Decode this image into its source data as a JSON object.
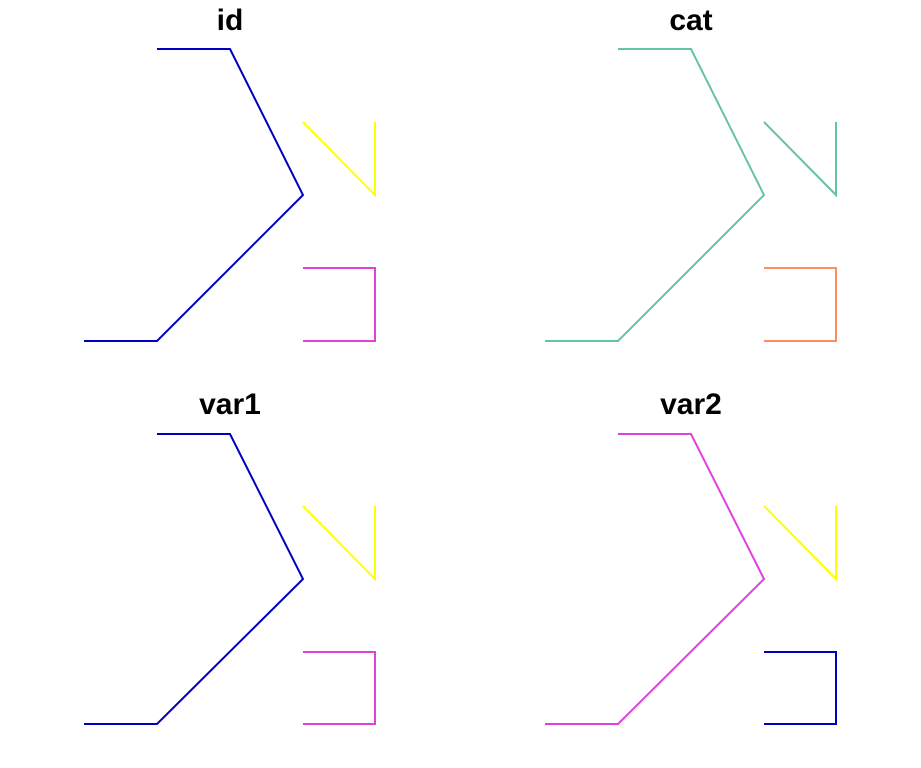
{
  "panels": [
    {
      "title": "id",
      "colors": {
        "line_a": "#0000C0",
        "line_b": "#FFFF00",
        "line_c": "#E040E0"
      }
    },
    {
      "title": "cat",
      "colors": {
        "line_a": "#66C2A5",
        "line_b": "#66C2A5",
        "line_c": "#FC8D62"
      }
    },
    {
      "title": "var1",
      "colors": {
        "line_a": "#0000C0",
        "line_b": "#FFFF00",
        "line_c": "#E040E0"
      }
    },
    {
      "title": "var2",
      "colors": {
        "line_a": "#E040E0",
        "line_b": "#FFFF00",
        "line_c": "#0000C0"
      }
    }
  ]
}
